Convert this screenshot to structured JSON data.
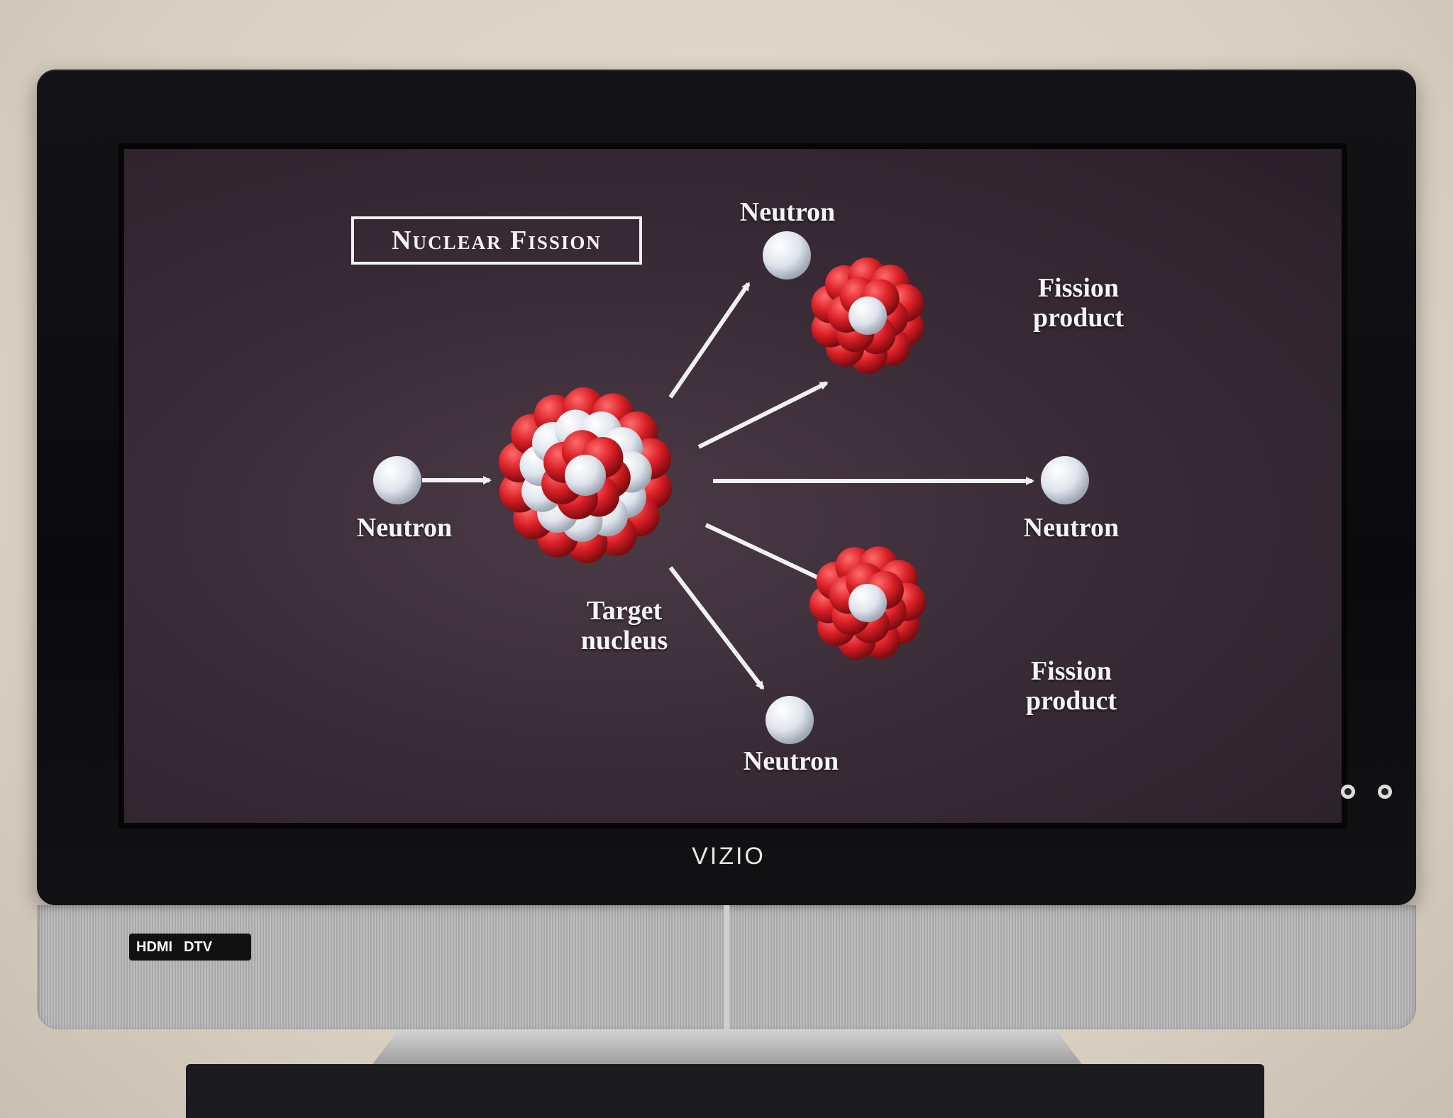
{
  "slide": {
    "title": "Nuclear Fission",
    "labels": {
      "incoming_neutron": "Neutron",
      "target_nucleus_line1": "Target",
      "target_nucleus_line2": "nucleus",
      "neutron_top": "Neutron",
      "neutron_right": "Neutron",
      "neutron_bottom": "Neutron",
      "fission_product_top_line1": "Fission",
      "fission_product_top_line2": "product",
      "fission_product_bottom_line1": "Fission",
      "fission_product_bottom_line2": "product"
    }
  },
  "tv": {
    "brand": "VIZIO",
    "badge_left": "HDMI",
    "badge_right": "DTV"
  },
  "colors": {
    "proton": "#d81f26",
    "neutron": "#e8ecf2",
    "arrow": "#f2f2f2",
    "screen_bg": "#3a2c37"
  }
}
